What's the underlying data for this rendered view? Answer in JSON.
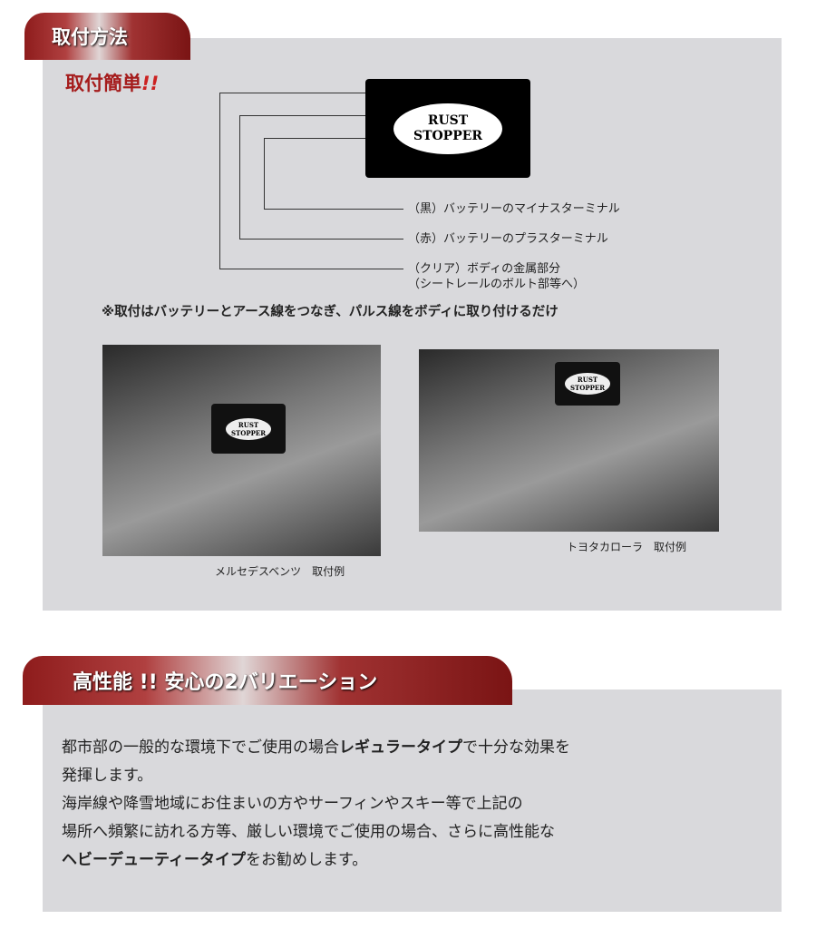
{
  "section1": {
    "title": "取付方法",
    "subtitle": "取付簡単",
    "exclaim": "!!",
    "device_label": "RUST STOPPER",
    "wires": [
      "（黒）バッテリーのマイナスターミナル",
      "（赤）バッテリーのプラスターミナル",
      "（クリア）ボディの金属部分",
      "（シートレールのボルト部等へ）"
    ],
    "note": "※取付はバッテリーとアース線をつなぎ、パルス線をボディに取り付けるだけ",
    "photos": [
      {
        "caption": "メルセデスベンツ　取付例"
      },
      {
        "caption": "トヨタカローラ　取付例"
      }
    ]
  },
  "section2": {
    "title": "高性能 !! 安心の2バリエーション",
    "p1_a": "都市部の一般的な環境下でご使用の場合",
    "p1_b": "レギュラータイプ",
    "p1_c": "で十分な効果を",
    "p1_d": "発揮します。",
    "p2": "海岸線や降雪地域にお住まいの方やサーフィンやスキー等で上記の",
    "p3": "場所へ頻繁に訪れる方等、厳しい環境でご使用の場合、さらに高性能な",
    "p4_a": "ヘビーデューティータイプ",
    "p4_b": "をお勧めします。"
  }
}
